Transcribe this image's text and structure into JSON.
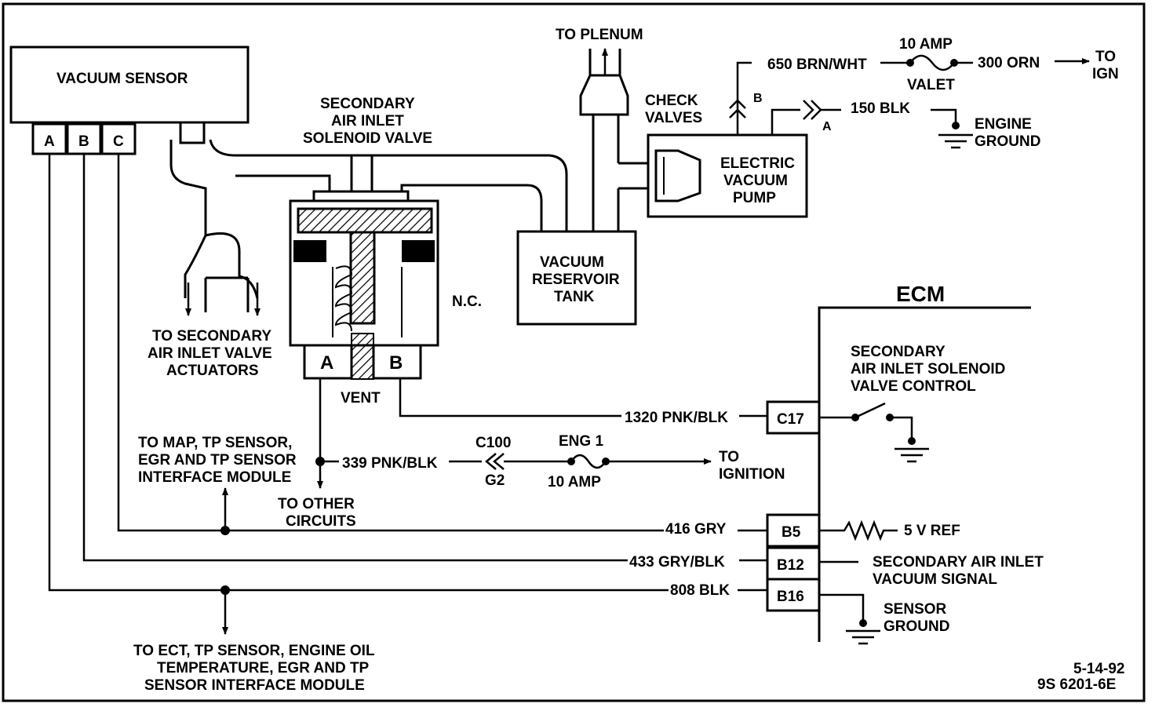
{
  "vacuum_sensor": {
    "title": "VACUUM SENSOR",
    "pins": [
      "A",
      "B",
      "C"
    ]
  },
  "solenoid": {
    "title_lines": [
      "SECONDARY",
      "AIR INLET",
      "SOLENOID VALVE"
    ],
    "state": "N.C.",
    "pins": [
      "A",
      "B"
    ],
    "vent": "VENT"
  },
  "actuators_label": [
    "TO SECONDARY",
    "AIR INLET  VALVE",
    "ACTUATORS"
  ],
  "plenum_label": "TO PLENUM",
  "reservoir_label": [
    "VACUUM",
    "RESERVOIR",
    "TANK"
  ],
  "check_valves_label": [
    "CHECK",
    "VALVES"
  ],
  "pump_label": [
    "ELECTRIC",
    "VACUUM",
    "PUMP"
  ],
  "pump_connectors": {
    "a": "A",
    "b": "B"
  },
  "pump_power": {
    "wire_in": "650 BRN/WHT",
    "fuse": "10 AMP",
    "fuse_name": "VALET",
    "wire_out": "300 ORN",
    "to_ign": [
      "TO",
      "IGN"
    ]
  },
  "pump_ground": {
    "wire": "150 BLK",
    "label": [
      "ENGINE",
      "GROUND"
    ]
  },
  "ecm": {
    "title": "ECM",
    "control_label": [
      "SECONDARY",
      "AIR INLET SOLENOID",
      "VALVE CONTROL"
    ],
    "pins": [
      "C17",
      "B5",
      "B12",
      "B16"
    ],
    "vref": "5 V REF",
    "signal_label": [
      "SECONDARY AIR INLET",
      "VACUUM SIGNAL"
    ],
    "sensor_ground": [
      "SENSOR",
      "GROUND"
    ]
  },
  "wires": {
    "c17": "1320 PNK/BLK",
    "ign_feed": "339 PNK/BLK",
    "b5": "416 GRY",
    "b12": "433 GRY/BLK",
    "b16": "808 BLK"
  },
  "ign_circuit": {
    "connector": "C100",
    "ground": "G2",
    "fuse": "ENG 1",
    "fuse_rating": "10 AMP",
    "to": [
      "TO",
      "IGNITION"
    ]
  },
  "map_label": [
    "TO MAP, TP SENSOR,",
    "EGR AND TP SENSOR",
    "INTERFACE MODULE"
  ],
  "other_circuits_label": [
    "TO OTHER",
    "CIRCUITS"
  ],
  "ect_label": [
    "TO ECT, TP SENSOR, ENGINE OIL",
    "TEMPERATURE, EGR  AND TP",
    "SENSOR INTERFACE MODULE"
  ],
  "footer": {
    "date": "5-14-92",
    "code": "9S 6201-6E"
  }
}
